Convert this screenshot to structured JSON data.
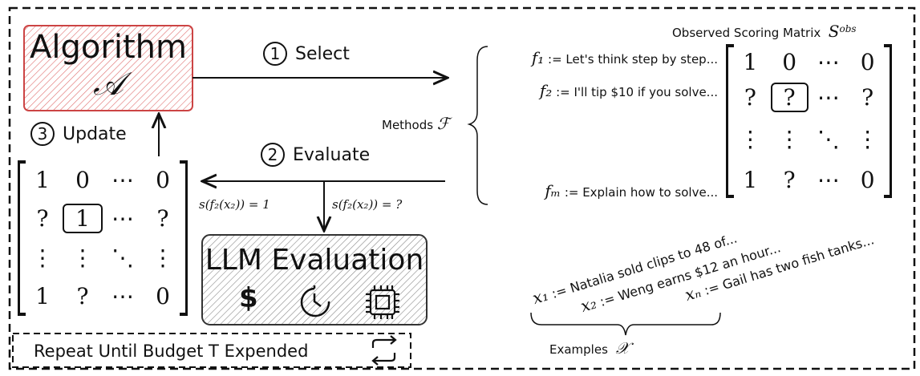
{
  "algorithm": {
    "title": "Algorithm",
    "symbol": "𝒜"
  },
  "steps": {
    "select": {
      "num": "1",
      "label": "Select"
    },
    "evaluate": {
      "num": "2",
      "label": "Evaluate"
    },
    "update": {
      "num": "3",
      "label": "Update"
    }
  },
  "score_labels": {
    "observed": "s(f₂(x₂)) = 1",
    "unknown": "s(f₂(x₂)) = ?"
  },
  "llm": {
    "title": "LLM Evaluation",
    "icons": [
      "dollar-icon",
      "clock-icon",
      "chip-icon"
    ],
    "dollar": "$"
  },
  "repeat": {
    "label": "Repeat Until Budget T Expended",
    "icon": "repeat-icon"
  },
  "updated_matrix": [
    [
      "1",
      "0",
      "⋯",
      "0"
    ],
    [
      "?",
      "1",
      "⋯",
      "?"
    ],
    [
      "⋮",
      "⋮",
      "⋱",
      "⋮"
    ],
    [
      "1",
      "?",
      "⋯",
      "0"
    ]
  ],
  "observed_matrix": {
    "title": "Observed Scoring Matrix",
    "symbol": "S",
    "sup": "obs",
    "rows": [
      [
        "1",
        "0",
        "⋯",
        "0"
      ],
      [
        "?",
        "?",
        "⋯",
        "?"
      ],
      [
        "⋮",
        "⋮",
        "⋱",
        "⋮"
      ],
      [
        "1",
        "?",
        "⋯",
        "0"
      ]
    ]
  },
  "methods": {
    "label": "Methods",
    "symbol": "ℱ",
    "items": [
      {
        "var": "f₁",
        "text": ":= Let's think step by step..."
      },
      {
        "var": "f₂",
        "text": ":= I'll tip $10 if you solve..."
      },
      {
        "var": "fₘ",
        "text": ":= Explain how to solve..."
      }
    ]
  },
  "examples": {
    "label": "Examples",
    "symbol": "𝒳",
    "items": [
      {
        "var": "x₁",
        "text": ":= Natalia sold clips to 48 of..."
      },
      {
        "var": "x₂",
        "text": ":= Weng earns $12 an hour..."
      },
      {
        "var": "xₙ",
        "text": ":= Gail has two fish tanks..."
      }
    ]
  },
  "colors": {
    "algorithm": "#e07070",
    "llm": "#888888"
  }
}
